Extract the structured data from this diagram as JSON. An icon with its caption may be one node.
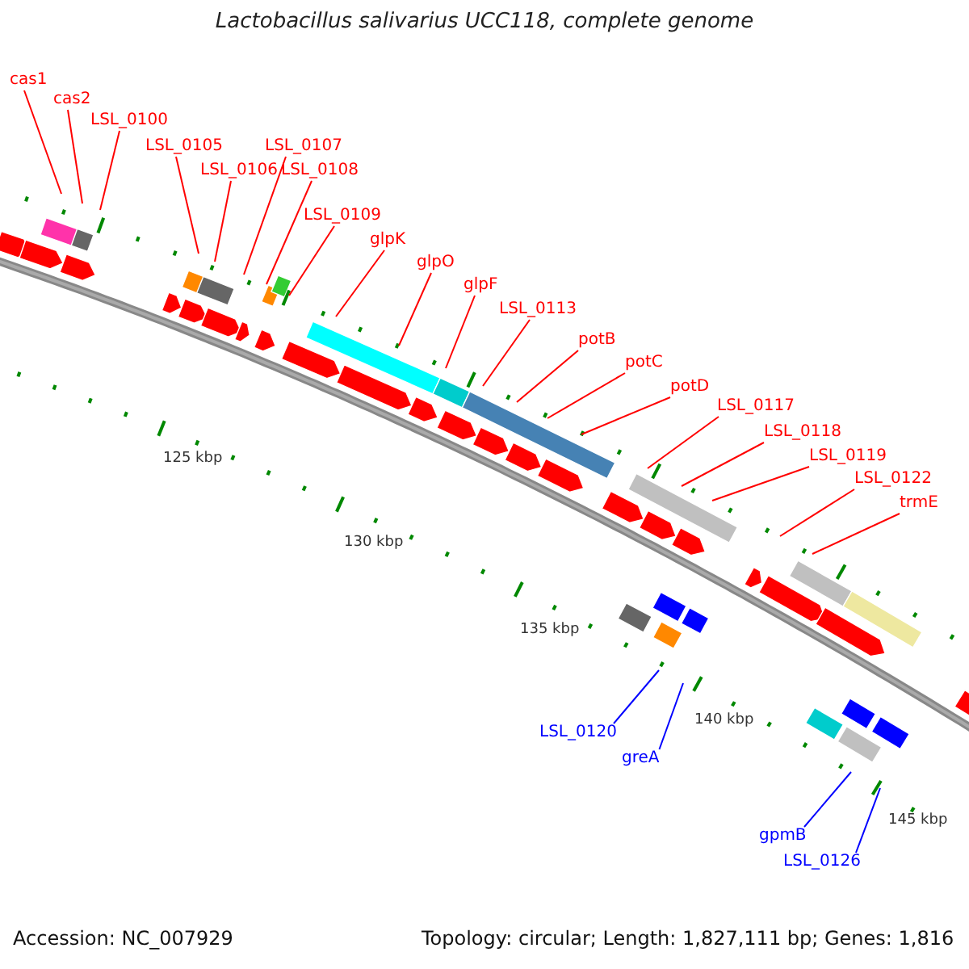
{
  "diagram": {
    "title": "Lactobacillus salivarius UCC118, complete genome",
    "nodes": [
      {
        "text": [
          "cas1"
        ]
      },
      {
        "text": [
          "cas2"
        ]
      },
      {
        "text": [
          "LSL_0100"
        ]
      },
      {
        "text": [
          "LSL_0105"
        ]
      },
      {
        "text": [
          "LSL_0106"
        ]
      },
      {
        "text": [
          "LSL_0107"
        ]
      },
      {
        "text": [
          "LSL_0108"
        ]
      },
      {
        "text": [
          "LSL_0109"
        ]
      },
      {
        "text": [
          "glpK"
        ]
      },
      {
        "text": [
          "glpO"
        ]
      },
      {
        "text": [
          "glpF"
        ]
      },
      {
        "text": [
          "LSL_0113"
        ]
      },
      {
        "text": [
          "potB"
        ]
      },
      {
        "text": [
          "potC"
        ]
      },
      {
        "text": [
          "potD"
        ]
      },
      {
        "text": [
          "LSL_0117"
        ]
      },
      {
        "text": [
          "LSL_0118"
        ]
      },
      {
        "text": [
          "LSL_0119"
        ]
      },
      {
        "text": [
          "LSL_0122"
        ]
      },
      {
        "text": [
          "trmE"
        ]
      },
      {
        "text": [
          "LSL_0120"
        ]
      },
      {
        "text": [
          "greA"
        ]
      },
      {
        "text": [
          "gpmB"
        ]
      },
      {
        "text": [
          "LSL_0126"
        ]
      }
    ],
    "edges": [
      {
        "from": 0,
        "to": null,
        "arrow": "none"
      },
      {
        "from": 1,
        "to": null,
        "arrow": "none"
      },
      {
        "from": 2,
        "to": null,
        "arrow": "none"
      },
      {
        "from": 3,
        "to": null,
        "arrow": "none"
      },
      {
        "from": 4,
        "to": null,
        "arrow": "none"
      },
      {
        "from": 5,
        "to": null,
        "arrow": "none"
      },
      {
        "from": 6,
        "to": null,
        "arrow": "none"
      },
      {
        "from": 7,
        "to": null,
        "arrow": "none"
      },
      {
        "from": 8,
        "to": null,
        "arrow": "none"
      },
      {
        "from": 9,
        "to": null,
        "arrow": "none"
      },
      {
        "from": 10,
        "to": null,
        "arrow": "none"
      },
      {
        "from": 11,
        "to": null,
        "arrow": "none"
      },
      {
        "from": 12,
        "to": null,
        "arrow": "none"
      },
      {
        "from": 13,
        "to": null,
        "arrow": "none"
      },
      {
        "from": 14,
        "to": null,
        "arrow": "none"
      },
      {
        "from": 15,
        "to": null,
        "arrow": "none"
      },
      {
        "from": 16,
        "to": null,
        "arrow": "none"
      },
      {
        "from": 17,
        "to": null,
        "arrow": "none"
      },
      {
        "from": 18,
        "to": null,
        "arrow": "none"
      },
      {
        "from": 19,
        "to": null,
        "arrow": "none"
      },
      {
        "from": 20,
        "to": null,
        "arrow": "none",
        "color": "#0000ff"
      },
      {
        "from": 21,
        "to": null,
        "arrow": "none",
        "color": "#0000ff"
      },
      {
        "from": 22,
        "to": null,
        "arrow": "none",
        "color": "#0000ff"
      },
      {
        "from": 23,
        "to": null,
        "arrow": "none",
        "color": "#0000ff"
      }
    ],
    "labels": [
      "125 kbp",
      "130 kbp",
      "135 kbp",
      "140 kbp",
      "145 kbp",
      "Accession: NC_007929",
      "Topology: circular; Length: 1,827,111 bp; Genes: 1,816"
    ]
  }
}
